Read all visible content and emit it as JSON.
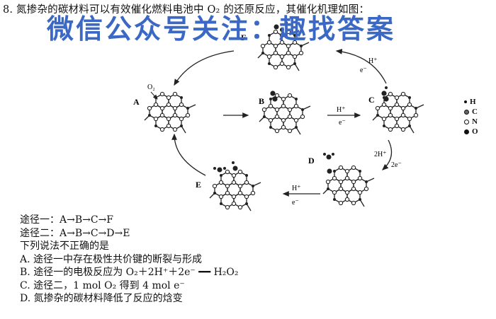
{
  "question": {
    "title": "8. 氮掺杂的碳材料可以有效催化燃料电池中 O₂ 的还原反应，其催化机理如图：",
    "watermark": "微信公众号关注：趣找答案"
  },
  "diagram": {
    "nodes": {
      "A": "A",
      "B": "B",
      "C": "C",
      "D": "D",
      "E": "E",
      "F": "F"
    },
    "o2_label": "O₂",
    "arrows": {
      "F_to_A": "",
      "A_to_B": "",
      "B_to_C_top": "H⁺",
      "B_to_C_bottom": "e⁻",
      "C_to_F_top": "H⁺",
      "C_to_F_bottom": "e⁻",
      "C_to_D_left": "2H⁺",
      "C_to_D_right": "2e⁻",
      "D_to_E_top": "H⁺",
      "D_to_E_bottom": "e⁻"
    },
    "legend": [
      {
        "symbol": "H",
        "style": "small-filled"
      },
      {
        "symbol": "C",
        "style": "ring"
      },
      {
        "symbol": "N",
        "style": "open"
      },
      {
        "symbol": "O",
        "style": "large-filled"
      }
    ]
  },
  "text_lines": {
    "path1": "途径一：A→B→C→F",
    "path2": "途径二：A→B→C→D→E",
    "prompt": "下列说法不正确的是",
    "optA": "A. 途径一中存在极性共价键的断裂与形成",
    "optB": "B. 途径一的电极反应为 O₂＋2H⁺＋2e⁻ ━━ H₂O₂",
    "optC": "C. 途径二，1 mol O₂ 得到 4 mol e⁻",
    "optD": "D. 氮掺杂的碳材料降低了反应的焓变"
  }
}
